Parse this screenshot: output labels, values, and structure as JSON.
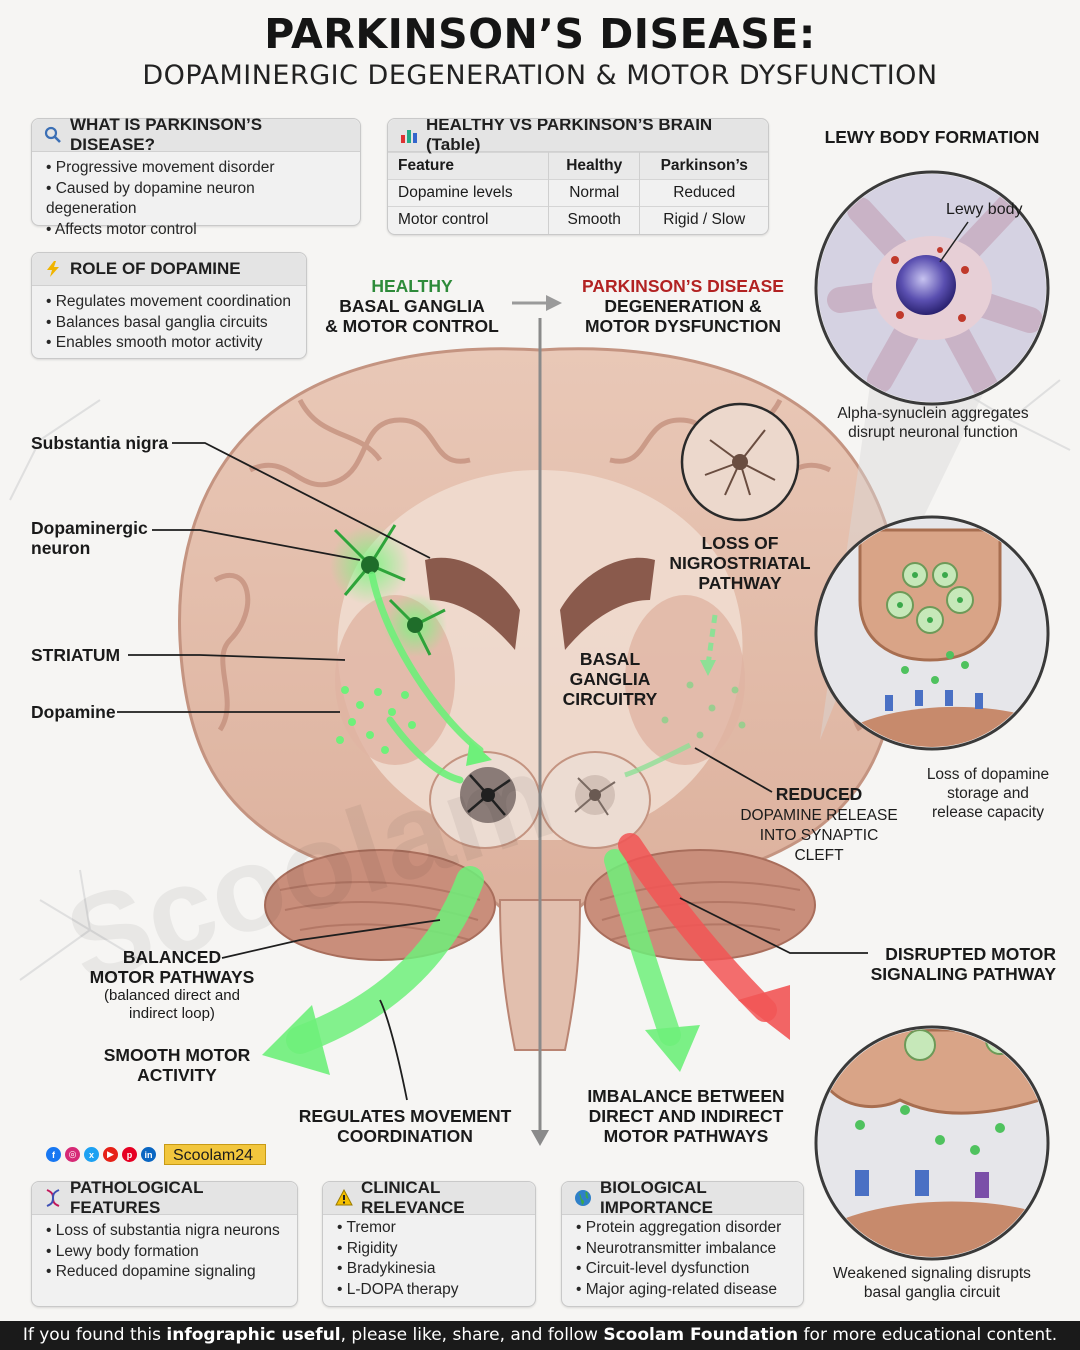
{
  "header": {
    "title": "PARKINSON’S DISEASE:",
    "subtitle": "DOPAMINERGIC DEGENERATION & MOTOR DYSFUNCTION"
  },
  "what_is": {
    "heading": "WHAT IS PARKINSON’S DISEASE?",
    "icon": "magnifier-icon",
    "items": [
      "Progressive movement disorder",
      "Caused by dopamine neuron degeneration",
      "Affects motor control"
    ]
  },
  "comparison": {
    "heading": "HEALTHY VS PARKINSON’S BRAIN (Table)",
    "icon": "bar-chart-icon",
    "columns": [
      "Feature",
      "Healthy",
      "Parkinson’s"
    ],
    "rows": [
      [
        "Dopamine levels",
        "Normal",
        "Reduced"
      ],
      [
        "Motor control",
        "Smooth",
        "Rigid / Slow"
      ]
    ]
  },
  "lewy": {
    "heading": "LEWY BODY FORMATION",
    "inset_label": "Lewy body",
    "caption_1": "Alpha-synuclein aggregates",
    "caption_2": "disrupt neuronal function"
  },
  "role": {
    "heading": "ROLE OF DOPAMINE",
    "icon": "lightning-icon",
    "items": [
      "Regulates movement coordination",
      "Balances basal ganglia circuits",
      "Enables smooth motor activity"
    ]
  },
  "healthy_header": {
    "line1": "HEALTHY",
    "line2": "BASAL GANGLIA",
    "line3": "& MOTOR CONTROL"
  },
  "pd_header": {
    "line1": "PARKINSON’S DISEASE",
    "line2": "DEGENERATION &",
    "line3": "MOTOR DYSFUNCTION"
  },
  "left_labels": {
    "substantia_nigra": "Substantia nigra",
    "dopaminergic_1": "Dopaminergic",
    "dopaminergic_2": "neuron",
    "striatum": "STRIATUM",
    "dopamine": "Dopamine"
  },
  "right_labels": {
    "loss_1": "LOSS OF",
    "loss_2": "NIGROSTRIATAL",
    "loss_3": "PATHWAY",
    "bg_1": "BASAL",
    "bg_2": "GANGLIA",
    "bg_3": "CIRCUITRY",
    "reduced_1": "REDUCED",
    "reduced_2": "DOPAMINE RELEASE",
    "reduced_3": "INTO SYNAPTIC",
    "reduced_4": "CLEFT"
  },
  "synapse_1": {
    "caption_1": "Loss of dopamine",
    "caption_2": "storage and",
    "caption_3": "release capacity"
  },
  "synapse_2": {
    "caption_1": "Weakened signaling disrupts",
    "caption_2": "basal ganglia circuit"
  },
  "bottom_labels": {
    "balanced_1": "BALANCED",
    "balanced_2": "MOTOR PATHWAYS",
    "balanced_3": "(balanced direct and",
    "balanced_4": "indirect loop)",
    "smooth_1": "SMOOTH MOTOR",
    "smooth_2": "ACTIVITY",
    "regulates_1": "REGULATES MOVEMENT",
    "regulates_2": "COORDINATION",
    "imbalance_1": "IMBALANCE BETWEEN",
    "imbalance_2": "DIRECT AND INDIRECT",
    "imbalance_3": "MOTOR PATHWAYS",
    "disrupted_1": "DISRUPTED MOTOR",
    "disrupted_2": "SIGNALING PATHWAY"
  },
  "brand": {
    "handle": "Scoolam24",
    "watermark": "Scoolam",
    "social_icons": [
      "facebook-icon",
      "instagram-icon",
      "x-icon",
      "youtube-icon",
      "pinterest-icon",
      "linkedin-icon"
    ]
  },
  "pathological": {
    "heading": "PATHOLOGICAL FEATURES",
    "icon": "dna-icon",
    "items": [
      "Loss of substantia nigra neurons",
      "Lewy body formation",
      "Reduced dopamine signaling"
    ]
  },
  "clinical": {
    "heading": "CLINICAL RELEVANCE",
    "icon": "warning-icon",
    "items": [
      "Tremor",
      "Rigidity",
      "Bradykinesia",
      "L-DOPA therapy"
    ]
  },
  "biological": {
    "heading": "BIOLOGICAL IMPORTANCE",
    "icon": "globe-icon",
    "items": [
      "Protein aggregation disorder",
      "Neurotransmitter imbalance",
      "Circuit-level dysfunction",
      "Major aging-related disease"
    ]
  },
  "footer": {
    "part1": "If you found this ",
    "bold1": "infographic useful",
    "part2": ", please like, share, and follow ",
    "bold2": "Scoolam Foundation",
    "part3": " for more educational content."
  },
  "colors": {
    "healthy_green": "#2e8b3a",
    "parkinson_red": "#b22222",
    "dopamine_glow": "#5fe36a",
    "brain_tissue": "#e8c7b6",
    "brain_gyri": "#d7a38f",
    "footer_bg": "#1a1a1a"
  }
}
